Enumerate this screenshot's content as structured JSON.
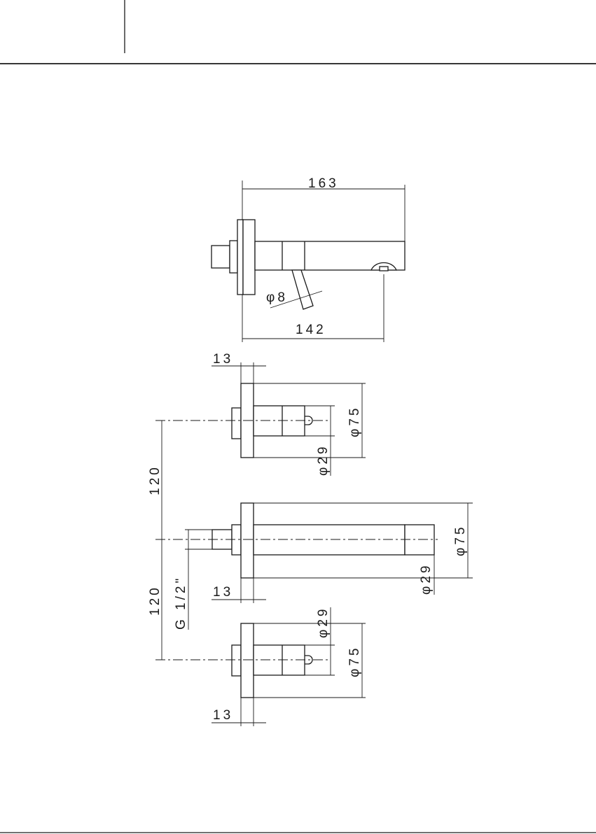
{
  "header": {
    "frame": "title-block"
  },
  "colors": {
    "line": "#1a1a1a",
    "background": "#ffffff"
  },
  "dimensions": {
    "side_total_length": "163",
    "side_spout_length": "142",
    "handle_diameter": "φ8",
    "rosette_thickness_top": "13",
    "rosette_diameter_top": "φ75",
    "body_diameter_top": "φ29",
    "center_distance_upper": "120",
    "center_distance_lower": "120",
    "thread_size": "G 1/2\"",
    "rosette_thickness_middle": "13",
    "rosette_diameter_middle": "φ75",
    "body_diameter_middle": "φ29",
    "body_diameter_bottom": "φ29",
    "rosette_diameter_bottom": "φ75",
    "rosette_thickness_bottom": "13"
  }
}
